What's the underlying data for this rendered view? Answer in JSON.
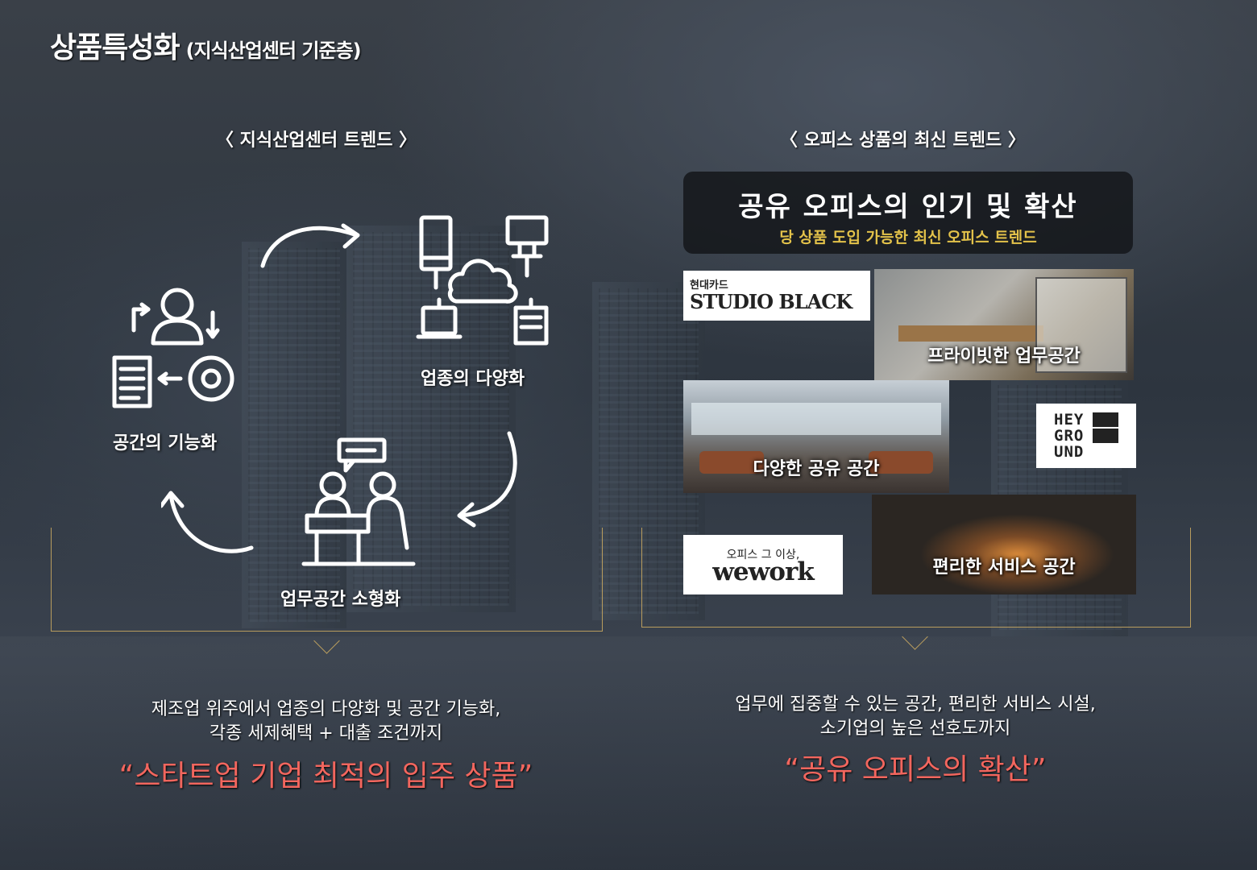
{
  "page_title": "상품특성화",
  "page_subtitle": "(지식산업센터 기준층)",
  "left": {
    "heading": "〈 지식산업센터 트렌드 〉",
    "items": [
      {
        "label": "업종의 다양화",
        "icon": "network-devices-icon"
      },
      {
        "label": "공간의 기능화",
        "icon": "person-gear-document-icon"
      },
      {
        "label": "업무공간 소형화",
        "icon": "meeting-desk-icon"
      }
    ],
    "summary_line1": "제조업 위주에서 업종의 다양화 및 공간 기능화,",
    "summary_line2": "각종 세제혜택 + 대출 조건까지",
    "highlight": "“스타트업 기업 최적의 입주 상품”"
  },
  "right": {
    "heading": "〈 오피스 상품의 최신 트렌드 〉",
    "banner_title": "공유 오피스의 인기 및 확산",
    "banner_subtitle": "당 상품 도입 가능한 최신 오피스 트렌드",
    "tiles": {
      "studio_black_small": "현대카드",
      "studio_black_big": "STUDIO BLACK",
      "private_space": "프라이빗한 업무공간",
      "shared_space": "다양한 공유 공간",
      "heyground_lines": [
        "HEY",
        "GRO",
        "UND"
      ],
      "wework_small": "오피스 그 이상,",
      "wework_big": "wework",
      "service_space": "편리한 서비스 공간"
    },
    "summary_line1": "업무에 집중할 수 있는 공간, 편리한 서비스 시설,",
    "summary_line2": "소기업의 높은 선호도까지",
    "highlight": "“공유 오피스의 확산”"
  },
  "colors": {
    "accent_red": "#f2665e",
    "gold": "#e3c24a",
    "frame": "#b89c5e"
  }
}
